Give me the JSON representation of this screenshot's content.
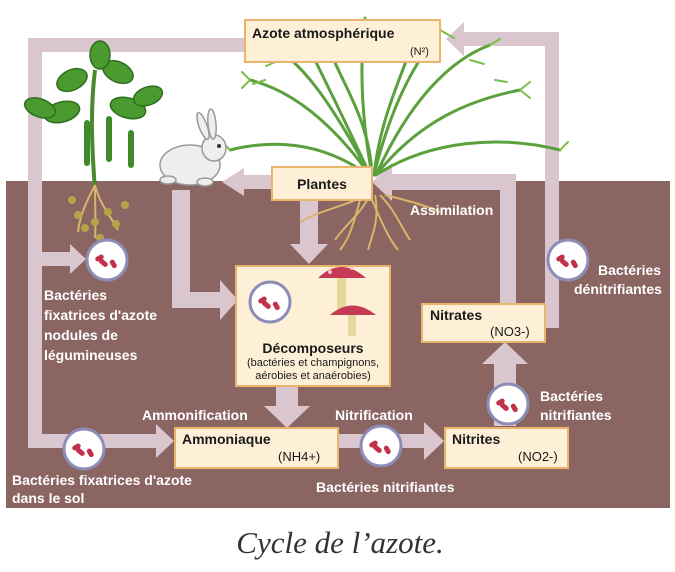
{
  "diagram": {
    "title": "Cycle de l’azote.",
    "nodes": {
      "atmospheric": {
        "title": "Azote atmosphérique",
        "formula": "(N²)"
      },
      "plants": {
        "title": "Plantes"
      },
      "decomposers": {
        "title": "Décomposeurs",
        "line1": "(bactéries et champignons,",
        "line2": "aérobies et anaérobies)"
      },
      "ammonia": {
        "title": "Ammoniaque",
        "formula": "(NH4+)"
      },
      "nitrites": {
        "title": "Nitrites",
        "formula": "(NO2-)"
      },
      "nitrates": {
        "title": "Nitrates",
        "formula": "(NO3-)"
      }
    },
    "labels": {
      "assimilation": "Assimilation",
      "ammonification": "Ammonification",
      "nitrification": "Nitrification",
      "nodule_bacteria": [
        "Bactéries",
        "fixatrices d'azote",
        "nodules de",
        "légumineuses"
      ],
      "soil_bacteria": [
        "Bactéries fixatrices d'azote",
        "dans le sol"
      ],
      "nitrifying_bottom": "Bactéries nitrifiantes",
      "nitrifying_right": [
        "Bactéries",
        "nitrifiantes"
      ],
      "denitrifying": [
        "Bactéries",
        "dénitrifiantes"
      ]
    },
    "colors": {
      "soil": "#8a6561",
      "sky": "#ffffff",
      "arrow": "#d9c6cf",
      "box_fill": "#fdf0d6",
      "box_border": "#e9b56d",
      "bacteria": "#c1314a",
      "plant_green": "#5aa03c"
    }
  }
}
